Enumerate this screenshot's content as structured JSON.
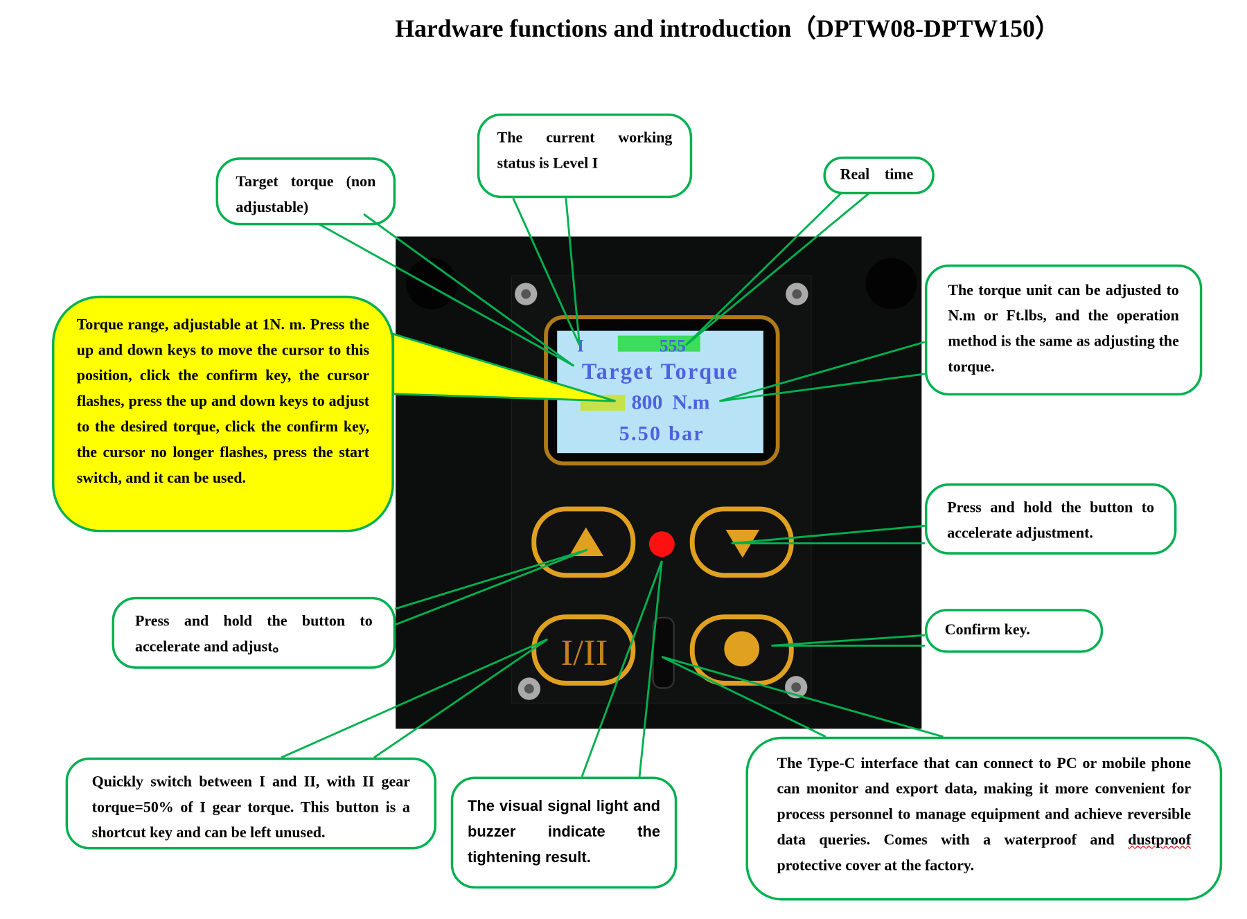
{
  "title": "Hardware functions and introduction（DPTW08-DPTW150）",
  "colors": {
    "callout_border": "#00b050",
    "highlight": "#ffff00",
    "lcd": "#b8e2f6",
    "button_ring": "#e0a020",
    "led": "#ff0000"
  },
  "device": {
    "lcd": {
      "level": "I",
      "time": "555",
      "label": "Target Torque",
      "torque_value": "800",
      "torque_unit": "N.m",
      "pressure": "5.50 bar"
    },
    "buttons": {
      "up": "up-arrow",
      "down": "down-arrow",
      "gear": "I/II",
      "confirm": "circle"
    }
  },
  "callouts": {
    "target_torque": "Target torque (non adjustable)",
    "working_status": "The current working status is Level I",
    "real_time": "Real time",
    "torque_unit": "The torque unit can be adjusted to N.m or Ft.lbs, and the operation method is the same as adjusting the torque.",
    "torque_range": "Torque range, adjustable at 1N. m. Press the up and down keys to move the cursor to this position, click the confirm key, the cursor flashes, press the up and down keys to adjust to the desired torque, click the confirm key, the cursor no longer flashes, press the start switch, and it can be used.",
    "press_hold_right": "Press and hold the button to accelerate adjustment.",
    "confirm_key": "Confirm key.",
    "press_hold_left": "Press and hold the button to accelerate and adjust。",
    "gear_switch": "Quickly switch between I and II, with II gear torque=50% of I gear torque. This button is a shortcut key and can be left unused.",
    "signal_light": "The visual signal light and buzzer indicate the tightening result.",
    "type_c_a": "The Type-C interface that can connect to PC or mobile phone can monitor and export data, making it more convenient for process personnel to manage equipment and achieve reversible data queries. Comes with a waterproof and ",
    "type_c_b": "dustproof",
    "type_c_c": " protective cover at the factory."
  }
}
